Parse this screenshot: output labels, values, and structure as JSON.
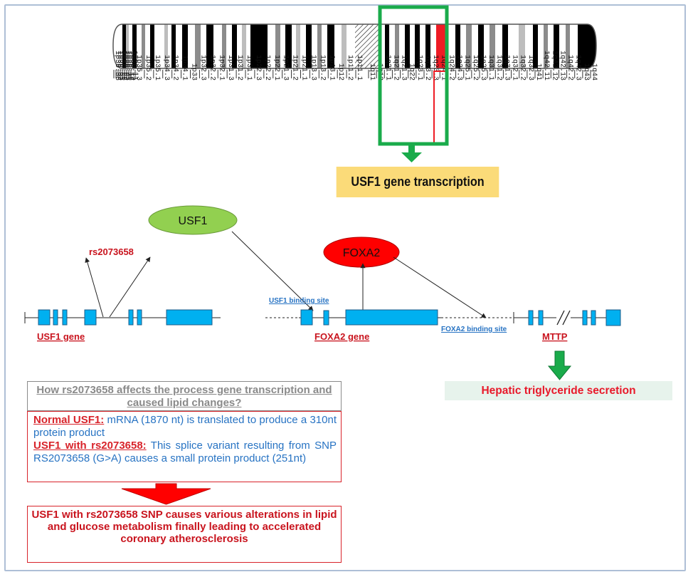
{
  "ideogram": {
    "band_labels": [
      "1p36.33",
      "1p36.32",
      "1p36.31",
      "1p36.23",
      "1p36.22",
      "1p36.21",
      "1p36.13",
      "1p36.12",
      "1p36.11",
      "1p35.3",
      "1p35.2",
      "1p35.1",
      "1p34.3",
      "1p34.2",
      "1p34.1",
      "1p33",
      "1p32.3",
      "1p32.2",
      "1p32.1",
      "1p31.3",
      "1p31.2",
      "1p31.1",
      "1p22.3",
      "1p22.2",
      "1p22.1",
      "1p21.3",
      "1p21.2",
      "1p21.1",
      "1p13.3",
      "1p13.2",
      "1p13.1",
      "1p12",
      "1p11.2",
      "1p11.1",
      "1q11",
      "1q12",
      "1q21.1",
      "1q21.2",
      "1q21.3",
      "1q22",
      "1q23.1",
      "1q23.2",
      "1q23.3",
      "1q24.1",
      "1q24.2",
      "1q24.3",
      "1q25.1",
      "1q25.2",
      "1q25.3",
      "1q31.1",
      "1q31.2",
      "1q31.3",
      "1q32.1",
      "1q32.2",
      "1q32.3",
      "1q41",
      "1q42.11",
      "1q42.12",
      "1q42.13",
      "1q42.2",
      "1q42.3",
      "1q43",
      "1q44"
    ],
    "highlight_color": "#ee1c25",
    "region_box_color": "#1aab4b"
  },
  "top": {
    "transcription_label": "USF1 gene transcription"
  },
  "diagram": {
    "usf1_protein": "USF1",
    "snp": "rs2073658",
    "foxa2_protein": "FOXA2",
    "usf1_gene": "USF1 gene",
    "foxa2_gene": "FOXA2 gene",
    "mttp_gene": "MTTP",
    "usf1_binding_site": "USF1 binding site",
    "foxa2_binding_site": "FOXA2 binding site",
    "hepatic_output": "Hepatic triglyceride secretion",
    "exon_color": "#00b0f0",
    "usf1_color": "#92d050",
    "foxa2_color": "#ff0000"
  },
  "question": {
    "text": "How rs2073658 affects the process gene transcription and caused lipid changes?"
  },
  "explanation": {
    "normal_label": "Normal USF1:",
    "normal_text": " mRNA (1870 nt) is translated to produce a 310nt protein product",
    "variant_label": "USF1 with rs2073658:",
    "variant_text": " This splice variant resulting from SNP RS2073658 (G>A) causes a small protein product (251nt)"
  },
  "conclusion": {
    "text": "USF1 with rs2073658 SNP causes various alterations in lipid and glucose metabolism finally leading to accelerated coronary atherosclerosis"
  }
}
